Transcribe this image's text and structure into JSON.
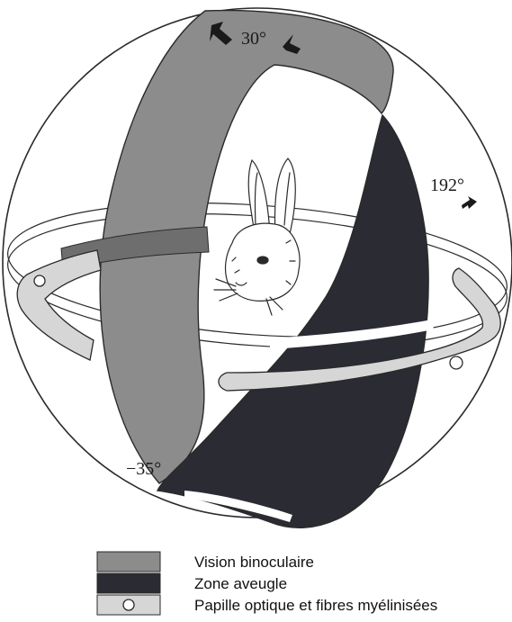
{
  "annotations": {
    "top_angle": "30°",
    "side_angle": "192°",
    "bottom_angle": "−35°"
  },
  "legend": {
    "items": [
      {
        "label": "Vision binoculaire",
        "swatch": "binocular"
      },
      {
        "label": "Zone aveugle",
        "swatch": "blind"
      },
      {
        "label": "Papille optique et fibres myélinisées",
        "swatch": "papilla"
      }
    ]
  },
  "colors": {
    "binocular": "#8c8c8c",
    "blind": "#2b2b33",
    "papilla": "#d6d6d6",
    "outline": "#2a2a2a",
    "background": "#ffffff"
  },
  "icons": {
    "arrows": "arrow-icon",
    "rabbit": "rabbit-head-icon"
  }
}
